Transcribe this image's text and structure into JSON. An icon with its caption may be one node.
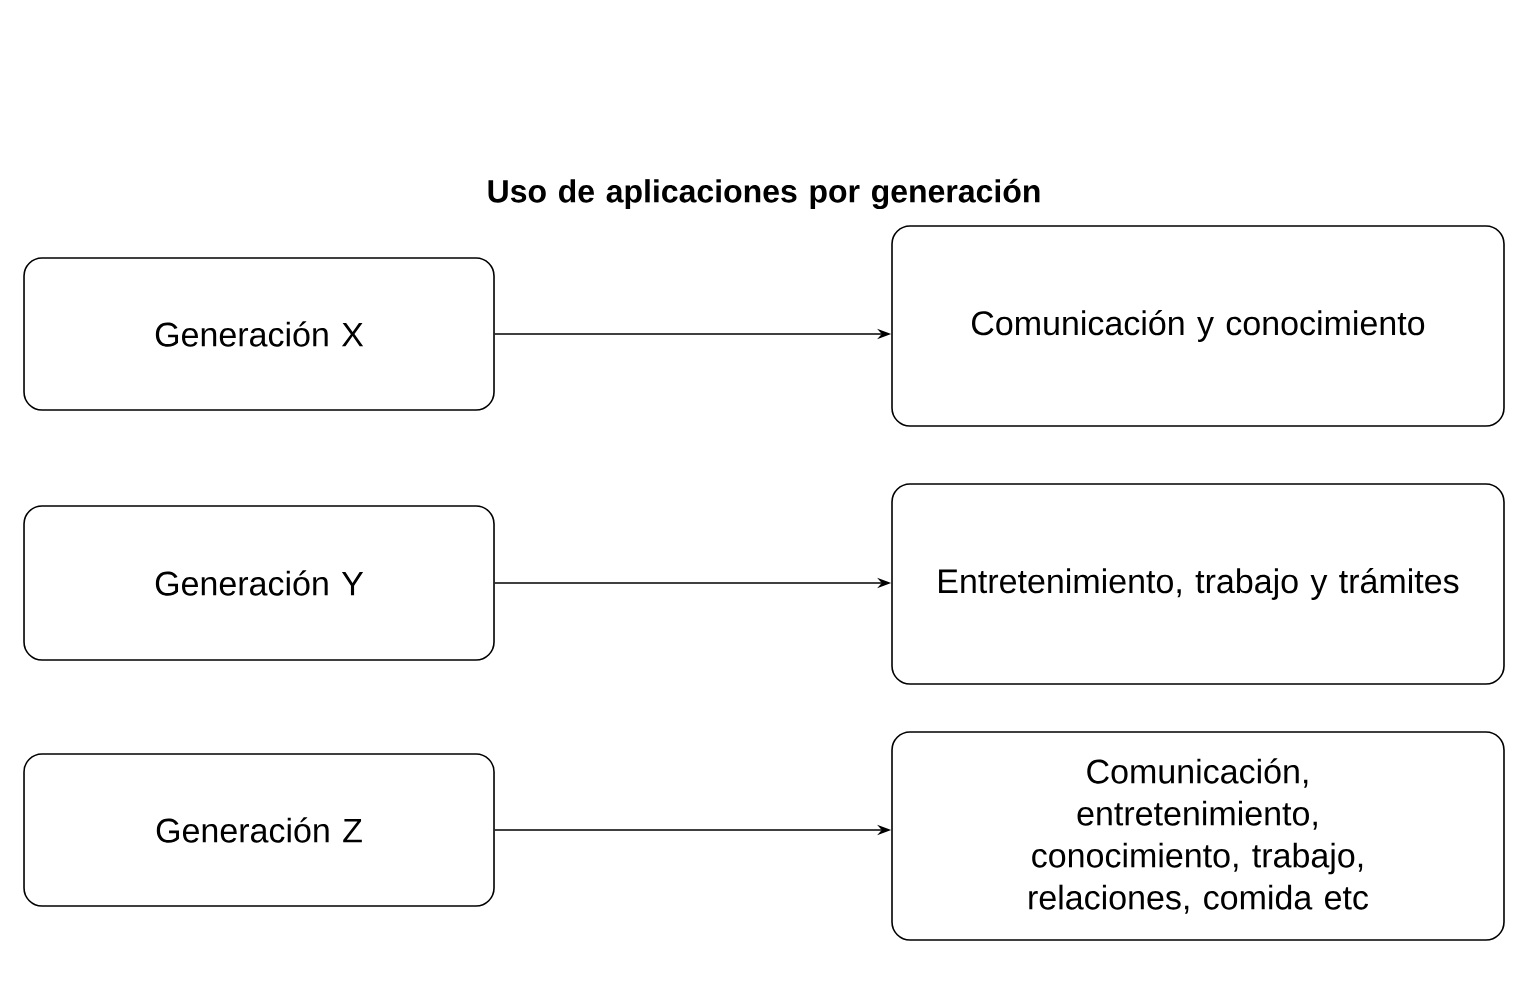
{
  "diagram": {
    "title": "Uso de aplicaciones por generación",
    "nodes": [
      {
        "text": [
          "Generación X"
        ]
      },
      {
        "text": [
          "Comunicación y conocimiento"
        ]
      },
      {
        "text": [
          "Generación Y"
        ]
      },
      {
        "text": [
          "Entretenimiento, trabajo y trámites"
        ]
      },
      {
        "text": [
          "Generación Z"
        ]
      },
      {
        "text": [
          "Comunicación, entretenimiento, conocimiento, trabajo, relaciones, comida etc"
        ]
      }
    ],
    "edges": [
      {
        "from": 0,
        "to": 1,
        "arrow": "to"
      },
      {
        "from": 2,
        "to": 3,
        "arrow": "to"
      },
      {
        "from": 4,
        "to": 5,
        "arrow": "to"
      }
    ]
  }
}
